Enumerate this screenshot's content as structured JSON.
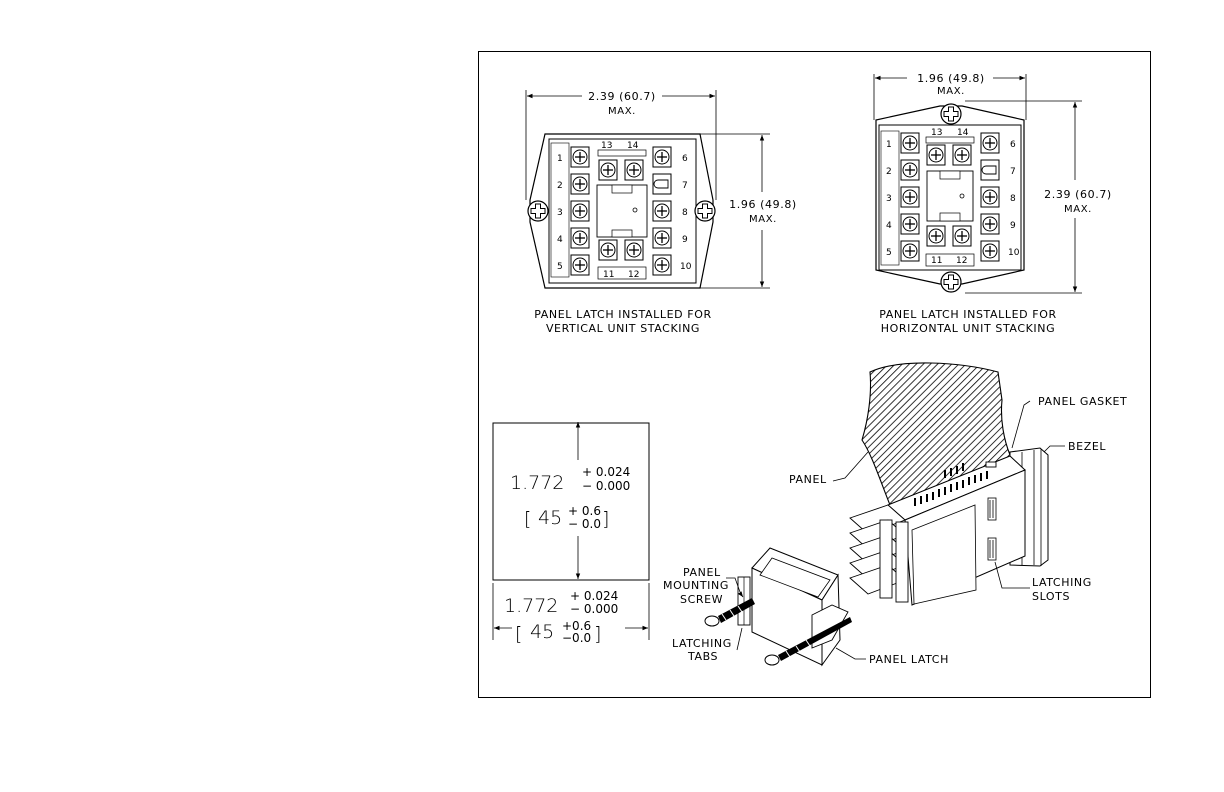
{
  "top_left": {
    "width_dim": "2.39  (60.7)",
    "width_max": "MAX.",
    "height_dim": "1.96  (49.8)",
    "height_max": "MAX.",
    "caption_line1": "PANEL  LATCH  INSTALLED  FOR",
    "caption_line2": "VERTICAL  UNIT  STACKING",
    "terminals_left": [
      "1",
      "2",
      "3",
      "4",
      "5"
    ],
    "terminals_right": [
      "6",
      "7",
      "8",
      "9",
      "10"
    ],
    "terminals_top": [
      "13",
      "14"
    ],
    "terminals_bottom": [
      "11",
      "12"
    ]
  },
  "top_right": {
    "width_dim": "1.96  (49.8)",
    "width_max": "MAX.",
    "height_dim": "2.39  (60.7)",
    "height_max": "MAX.",
    "caption_line1": "PANEL  LATCH  INSTALLED  FOR",
    "caption_line2": "HORIZONTAL  UNIT  STACKING",
    "terminals_left": [
      "1",
      "2",
      "3",
      "4",
      "5"
    ],
    "terminals_right": [
      "6",
      "7",
      "8",
      "9",
      "10"
    ],
    "terminals_top": [
      "13",
      "14"
    ],
    "terminals_bottom": [
      "11",
      "12"
    ]
  },
  "cutout": {
    "dim_main": "1.772",
    "tol_plus": "+ 0.024",
    "tol_minus": "− 0.000",
    "metric_main": "45",
    "metric_plus": "+ 0.6",
    "metric_minus": "− 0.0",
    "bottom_dim_main": "1.772",
    "bottom_tol_plus": "+ 0.024",
    "bottom_tol_minus": "− 0.000",
    "bottom_metric_main": "45",
    "bottom_metric_plus": "+0.6",
    "bottom_metric_minus": "−0.0"
  },
  "callouts": {
    "panel_gasket": "PANEL  GASKET",
    "bezel": "BEZEL",
    "panel": "PANEL",
    "latching_slots_1": "LATCHING",
    "latching_slots_2": "SLOTS",
    "panel_mounting_1": "PANEL",
    "panel_mounting_2": "MOUNTING",
    "panel_mounting_3": "SCREW",
    "latching_tabs_1": "LATCHING",
    "latching_tabs_2": "TABS",
    "panel_latch": "PANEL  LATCH"
  }
}
